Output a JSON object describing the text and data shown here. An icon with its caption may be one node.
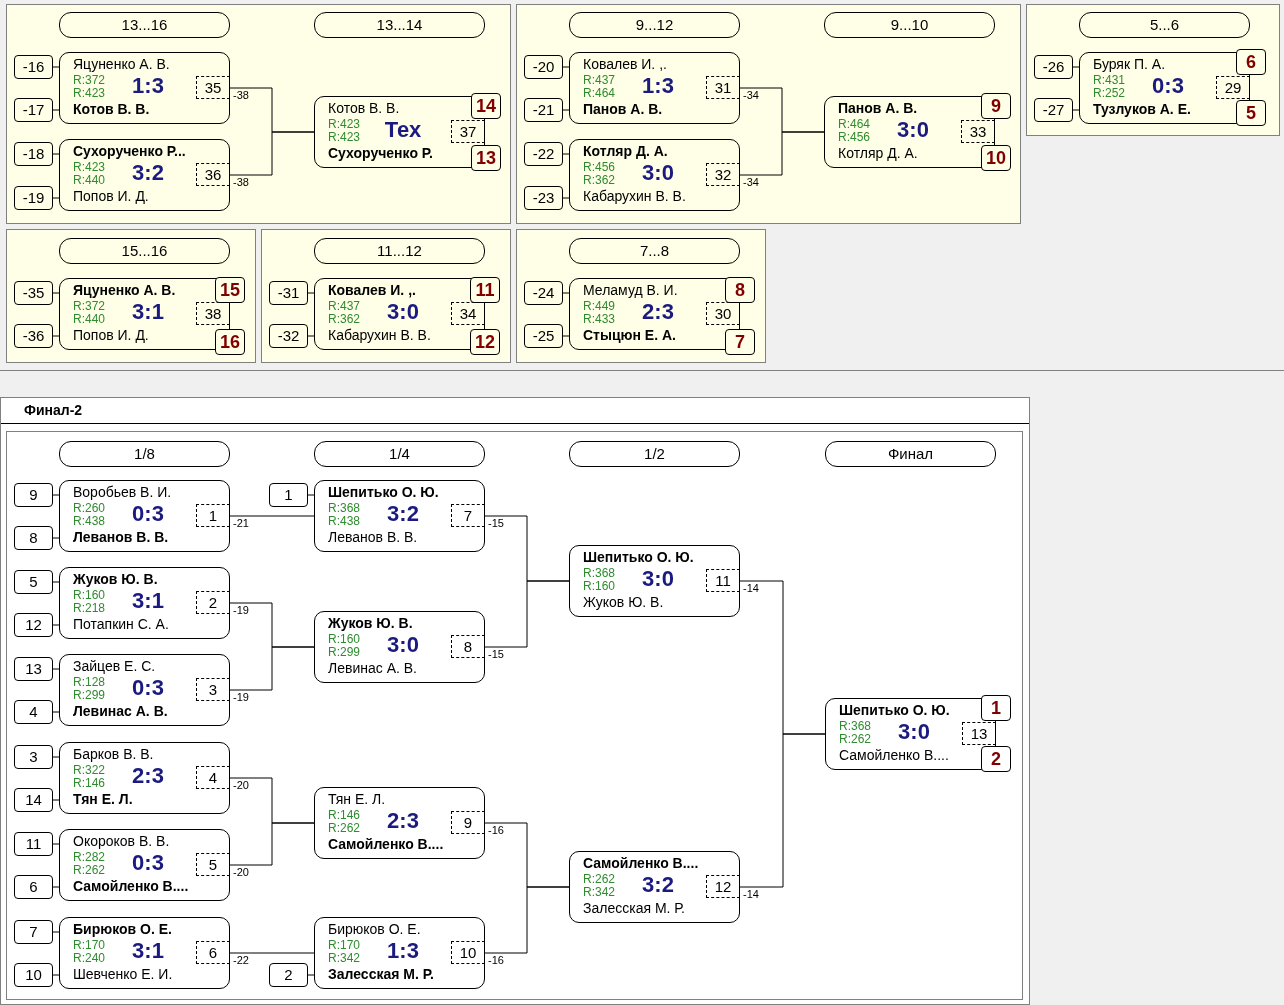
{
  "diagram": {
    "nodes": [
      {
        "text": [],
        "shape": "box"
      },
      {
        "text": [
          "13...16"
        ],
        "in": 0
      },
      {
        "text": [
          "13...14"
        ],
        "in": 0
      },
      {
        "text": [
          "-16"
        ],
        "in": 0
      },
      {
        "text": [
          "-17"
        ],
        "in": 0
      },
      {
        "text": [
          "Яцуненко А. В.",
          "R:372",
          "1:3",
          "R:423",
          "Котов В. В."
        ],
        "in": 0
      },
      {
        "text": [
          "35"
        ],
        "in": 5
      },
      {
        "text": [
          "-18"
        ],
        "in": 0
      },
      {
        "text": [
          "-19"
        ],
        "in": 0
      },
      {
        "text": [
          "Сухорученко Р...",
          "R:423",
          "3:2",
          "R:440",
          "Попов И. Д."
        ],
        "in": 0
      },
      {
        "text": [
          "36"
        ],
        "in": 9
      },
      {
        "text": [
          "Котов В. В.",
          "R:423",
          "Тех",
          "R:423",
          "Сухорученко Р."
        ],
        "in": 0
      },
      {
        "text": [
          "37"
        ],
        "in": 11
      },
      {
        "text": [
          "14"
        ],
        "in": 0
      },
      {
        "text": [
          "13"
        ],
        "in": 0
      },
      {
        "text": [],
        "shape": "box"
      },
      {
        "text": [
          "9...12"
        ],
        "in": 15
      },
      {
        "text": [
          "9...10"
        ],
        "in": 15
      },
      {
        "text": [
          "-20"
        ],
        "in": 15
      },
      {
        "text": [
          "-21"
        ],
        "in": 15
      },
      {
        "text": [
          "Ковалев И. ,.",
          "R:437",
          "1:3",
          "R:464",
          "Панов А. В."
        ],
        "in": 15
      },
      {
        "text": [
          "31"
        ],
        "in": 20
      },
      {
        "text": [
          "-22"
        ],
        "in": 15
      },
      {
        "text": [
          "-23"
        ],
        "in": 15
      },
      {
        "text": [
          "Котляр Д. А.",
          "R:456",
          "3:0",
          "R:362",
          "Кабарухин В. В."
        ],
        "in": 15
      },
      {
        "text": [
          "32"
        ],
        "in": 24
      },
      {
        "text": [
          "Панов А. В.",
          "R:464",
          "3:0",
          "R:456",
          "Котляр Д. А."
        ],
        "in": 15
      },
      {
        "text": [
          "33"
        ],
        "in": 26
      },
      {
        "text": [
          "9"
        ],
        "in": 15
      },
      {
        "text": [
          "10"
        ],
        "in": 15
      },
      {
        "text": [],
        "shape": "box"
      },
      {
        "text": [
          "5...6"
        ],
        "in": 30
      },
      {
        "text": [
          "-26"
        ],
        "in": 30
      },
      {
        "text": [
          "-27"
        ],
        "in": 30
      },
      {
        "text": [
          "Буряк П. А.",
          "R:431",
          "0:3",
          "R:252",
          "Тузлуков А. Е."
        ],
        "in": 30
      },
      {
        "text": [
          "29"
        ],
        "in": 34
      },
      {
        "text": [
          "6"
        ],
        "in": 30
      },
      {
        "text": [
          "5"
        ],
        "in": 30
      },
      {
        "text": [],
        "shape": "box"
      },
      {
        "text": [
          "15...16"
        ],
        "in": 38
      },
      {
        "text": [
          "-35"
        ],
        "in": 38
      },
      {
        "text": [
          "-36"
        ],
        "in": 38
      },
      {
        "text": [
          "Яцуненко А. В.",
          "R:372",
          "3:1",
          "R:440",
          "Попов И. Д."
        ],
        "in": 38
      },
      {
        "text": [
          "38"
        ],
        "in": 42
      },
      {
        "text": [
          "15"
        ],
        "in": 38
      },
      {
        "text": [
          "16"
        ],
        "in": 38
      },
      {
        "text": [],
        "shape": "box"
      },
      {
        "text": [
          "11...12"
        ],
        "in": 46
      },
      {
        "text": [
          "-31"
        ],
        "in": 46
      },
      {
        "text": [
          "-32"
        ],
        "in": 46
      },
      {
        "text": [
          "Ковалев И. ,.",
          "R:437",
          "3:0",
          "R:362",
          "Кабарухин В. В."
        ],
        "in": 46
      },
      {
        "text": [
          "34"
        ],
        "in": 50
      },
      {
        "text": [
          "11"
        ],
        "in": 46
      },
      {
        "text": [
          "12"
        ],
        "in": 46
      },
      {
        "text": [],
        "shape": "box"
      },
      {
        "text": [
          "7...8"
        ],
        "in": 54
      },
      {
        "text": [
          "-24"
        ],
        "in": 54
      },
      {
        "text": [
          "-25"
        ],
        "in": 54
      },
      {
        "text": [
          "Меламуд В. И.",
          "R:449",
          "2:3",
          "R:433",
          "Стыцюн Е. А."
        ],
        "in": 54
      },
      {
        "text": [
          "30"
        ],
        "in": 58
      },
      {
        "text": [
          "8"
        ],
        "in": 54
      },
      {
        "text": [
          "7"
        ],
        "in": 54
      },
      {
        "text": [
          "Финал-2"
        ]
      },
      {
        "text": [],
        "shape": "box",
        "in": 62
      },
      {
        "text": [
          "1/8"
        ],
        "in": 63
      },
      {
        "text": [
          "1/4"
        ],
        "in": 63
      },
      {
        "text": [
          "1/2"
        ],
        "in": 63
      },
      {
        "text": [
          "Финал"
        ],
        "in": 63
      },
      {
        "text": [
          "9"
        ],
        "in": 63
      },
      {
        "text": [
          "8"
        ],
        "in": 63
      },
      {
        "text": [
          "Воробьев В. И.",
          "R:260",
          "0:3",
          "R:438",
          "Леванов В. В."
        ],
        "in": 63
      },
      {
        "text": [
          "1"
        ],
        "in": 70
      },
      {
        "text": [
          "5"
        ],
        "in": 63
      },
      {
        "text": [
          "12"
        ],
        "in": 63
      },
      {
        "text": [
          "Жуков Ю. В.",
          "R:160",
          "3:1",
          "R:218",
          "Потапкин С. А."
        ],
        "in": 63
      },
      {
        "text": [
          "2"
        ],
        "in": 74
      },
      {
        "text": [
          "13"
        ],
        "in": 63
      },
      {
        "text": [
          "4"
        ],
        "in": 63
      },
      {
        "text": [
          "Зайцев Е. С.",
          "R:128",
          "0:3",
          "R:299",
          "Левинас А. В."
        ],
        "in": 63
      },
      {
        "text": [
          "3"
        ],
        "in": 78
      },
      {
        "text": [
          "3"
        ],
        "in": 63
      },
      {
        "text": [
          "14"
        ],
        "in": 63
      },
      {
        "text": [
          "Барков В. В.",
          "R:322",
          "2:3",
          "R:146",
          "Тян Е. Л."
        ],
        "in": 63
      },
      {
        "text": [
          "4"
        ],
        "in": 82
      },
      {
        "text": [
          "11"
        ],
        "in": 63
      },
      {
        "text": [
          "6"
        ],
        "in": 63
      },
      {
        "text": [
          "Окороков В. В.",
          "R:282",
          "0:3",
          "R:262",
          "Самойленко В...."
        ],
        "in": 63
      },
      {
        "text": [
          "5"
        ],
        "in": 86
      },
      {
        "text": [
          "7"
        ],
        "in": 63
      },
      {
        "text": [
          "10"
        ],
        "in": 63
      },
      {
        "text": [
          "Бирюков О. Е.",
          "R:170",
          "3:1",
          "R:240",
          "Шевченко Е. И."
        ],
        "in": 63
      },
      {
        "text": [
          "6"
        ],
        "in": 90
      },
      {
        "text": [
          "1"
        ],
        "in": 63
      },
      {
        "text": [
          "Шепитько О. Ю.",
          "R:368",
          "3:2",
          "R:438",
          "Леванов В. В."
        ],
        "in": 63
      },
      {
        "text": [
          "7"
        ],
        "in": 93
      },
      {
        "text": [
          "Жуков Ю. В.",
          "R:160",
          "3:0",
          "R:299",
          "Левинас А. В."
        ],
        "in": 63
      },
      {
        "text": [
          "8"
        ],
        "in": 95
      },
      {
        "text": [
          "Тян Е. Л.",
          "R:146",
          "2:3",
          "R:262",
          "Самойленко В...."
        ],
        "in": 63
      },
      {
        "text": [
          "9"
        ],
        "in": 97
      },
      {
        "text": [
          "Бирюков О. Е.",
          "R:170",
          "1:3",
          "R:342",
          "Залесская М. Р."
        ],
        "in": 63
      },
      {
        "text": [
          "10"
        ],
        "in": 99
      },
      {
        "text": [
          "2"
        ],
        "in": 63
      },
      {
        "text": [
          "Шепитько О. Ю.",
          "R:368",
          "3:0",
          "R:160",
          "Жуков Ю. В."
        ],
        "in": 63
      },
      {
        "text": [
          "11"
        ],
        "in": 102
      },
      {
        "text": [
          "Самойленко В....",
          "R:262",
          "3:2",
          "R:342",
          "Залесская М. Р."
        ],
        "in": 63
      },
      {
        "text": [
          "12"
        ],
        "in": 104
      },
      {
        "text": [
          "Шепитько О. Ю.",
          "R:368",
          "3:0",
          "R:262",
          "Самойленко В...."
        ],
        "in": 63
      },
      {
        "text": [
          "13"
        ],
        "in": 106
      },
      {
        "text": [
          "1"
        ],
        "in": 63
      },
      {
        "text": [
          "2"
        ],
        "in": 63
      }
    ],
    "edges": [
      {
        "from": 3,
        "to": 5,
        "arrow": "none"
      },
      {
        "from": 4,
        "to": 5,
        "arrow": "none"
      },
      {
        "from": 7,
        "to": 9,
        "arrow": "none"
      },
      {
        "from": 8,
        "to": 9,
        "arrow": "none"
      },
      {
        "from": 5,
        "to": 11,
        "arrow": "none",
        "label": "-38"
      },
      {
        "from": 9,
        "to": 11,
        "arrow": "none",
        "label": "-38"
      },
      {
        "from": 18,
        "to": 20,
        "arrow": "none"
      },
      {
        "from": 19,
        "to": 20,
        "arrow": "none"
      },
      {
        "from": 22,
        "to": 24,
        "arrow": "none"
      },
      {
        "from": 23,
        "to": 24,
        "arrow": "none"
      },
      {
        "from": 20,
        "to": 26,
        "arrow": "none",
        "label": "-34"
      },
      {
        "from": 24,
        "to": 26,
        "arrow": "none",
        "label": "-34"
      },
      {
        "from": 32,
        "to": 34,
        "arrow": "none"
      },
      {
        "from": 33,
        "to": 34,
        "arrow": "none"
      },
      {
        "from": 40,
        "to": 42,
        "arrow": "none"
      },
      {
        "from": 41,
        "to": 42,
        "arrow": "none"
      },
      {
        "from": 48,
        "to": 50,
        "arrow": "none"
      },
      {
        "from": 49,
        "to": 50,
        "arrow": "none"
      },
      {
        "from": 56,
        "to": 58,
        "arrow": "none"
      },
      {
        "from": 57,
        "to": 58,
        "arrow": "none"
      },
      {
        "from": 68,
        "to": 70,
        "arrow": "none"
      },
      {
        "from": 69,
        "to": 70,
        "arrow": "none"
      },
      {
        "from": 72,
        "to": 74,
        "arrow": "none"
      },
      {
        "from": 73,
        "to": 74,
        "arrow": "none"
      },
      {
        "from": 76,
        "to": 78,
        "arrow": "none"
      },
      {
        "from": 77,
        "to": 78,
        "arrow": "none"
      },
      {
        "from": 80,
        "to": 82,
        "arrow": "none"
      },
      {
        "from": 81,
        "to": 82,
        "arrow": "none"
      },
      {
        "from": 84,
        "to": 86,
        "arrow": "none"
      },
      {
        "from": 85,
        "to": 86,
        "arrow": "none"
      },
      {
        "from": 88,
        "to": 90,
        "arrow": "none"
      },
      {
        "from": 89,
        "to": 90,
        "arrow": "none"
      },
      {
        "from": 92,
        "to": 93,
        "arrow": "none"
      },
      {
        "from": 101,
        "to": 99,
        "arrow": "none"
      },
      {
        "from": 70,
        "to": 93,
        "arrow": "none",
        "label": "-21"
      },
      {
        "from": 74,
        "to": 95,
        "arrow": "none",
        "label": "-19"
      },
      {
        "from": 78,
        "to": 95,
        "arrow": "none",
        "label": "-19"
      },
      {
        "from": 82,
        "to": 97,
        "arrow": "none",
        "label": "-20"
      },
      {
        "from": 86,
        "to": 97,
        "arrow": "none",
        "label": "-20"
      },
      {
        "from": 90,
        "to": 99,
        "arrow": "none",
        "label": "-22"
      },
      {
        "from": 93,
        "to": 102,
        "arrow": "none",
        "label": "-15"
      },
      {
        "from": 95,
        "to": 102,
        "arrow": "none",
        "label": "-15"
      },
      {
        "from": 97,
        "to": 104,
        "arrow": "none",
        "label": "-16"
      },
      {
        "from": 99,
        "to": 104,
        "arrow": "none",
        "label": "-16"
      },
      {
        "from": 102,
        "to": 106,
        "arrow": "none",
        "label": "-14"
      },
      {
        "from": 104,
        "to": 106,
        "arrow": "none",
        "label": "-14"
      }
    ]
  }
}
